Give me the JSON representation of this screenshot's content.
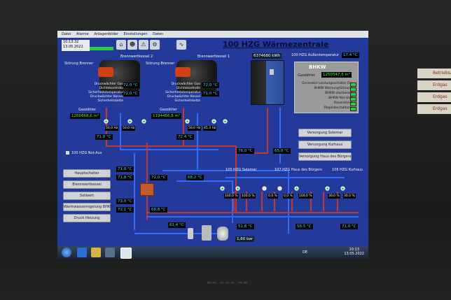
{
  "menu": [
    "Datei",
    "Alarme",
    "Anlagenbilder",
    "Einstellungen",
    "Daten"
  ],
  "header": {
    "time": "10:13:32",
    "date": "13.05.2022",
    "title": "100 HZG Wärmezentrale",
    "progress_fraction": 1.0
  },
  "kessel2": {
    "title": "Brennwertkessel 2",
    "stoerung": "Störung Brenner",
    "vorlauf": "72,0 °C",
    "ruecklauf": "72,0 °C",
    "labels": [
      "Druckwächter Gas",
      "Dichtekontrolle",
      "Sicherheitstemperatur",
      "Druckwächter Kessel",
      "Sicherheitskette"
    ],
    "gaszaehler_label": "Gaszähler",
    "gaszaehler": "1260868,6 m³",
    "pump_hz1": "50,0 Hz",
    "pump_hz2": "50,0 Hz",
    "pipe_temp": "71,8 °C"
  },
  "kessel1": {
    "title": "Brennwertkessel 1",
    "stoerung": "Störung Brenner",
    "vorlauf": "72,0 °C",
    "ruecklauf": "71,0 °C",
    "labels": [
      "Druckwächter Gas",
      "Dichtekontrolle",
      "Sicherheitstemperatur",
      "Druckwächter Kessel",
      "Sicherheitskette"
    ],
    "gaszaehler_label": "Gaszähler",
    "gaszaehler": "1194466,8 m³",
    "pump_hz1": "50,0 Hz",
    "pump_hz2": "45,3 Hz",
    "pipe_temp": "72,4 °C"
  },
  "energy": {
    "kwh": "6374680 kWh",
    "aussen_label": "100 HZG Außentemperatur",
    "aussen": "17,4 °C"
  },
  "bhkw": {
    "title": "BHKW",
    "gaszaehler_label": "Gaszähler",
    "gaszaehler": "1250547,6 m³",
    "status_rows": [
      "Generator Leistungsschalter Ein",
      "BHKW Warnung/Störung",
      "BHKW startbereit",
      "BHKW Not-Halt",
      "Raumalarm",
      "Regelabschaltung"
    ]
  },
  "notaus": "100 HZG Not-Aus",
  "left_buttons": [
    "Hauptschalter",
    "Brennwertkessel",
    "Sollwert",
    "Warmwasserregelung BHKW",
    "Druck Heizung"
  ],
  "right_buttons": [
    "Versorgung Solemar",
    "Versorgung Kurhaus",
    "Versorgung Haus des Bürgers"
  ],
  "circuits": {
    "solemar": {
      "label": "105 HZG Solemar",
      "valve1": "100,0 %",
      "valve2": "100,0 %"
    },
    "buerger": {
      "label": "107 HZG Haus des Bürgers",
      "valve1": "0,0 %",
      "valve2": "0,0 %",
      "valve3": "100,0 %"
    },
    "kurhaus": {
      "label": "106 HZG Kurhaus",
      "valve1": "30,0 %",
      "valve2": "30,0 %"
    }
  },
  "temps": {
    "t_mid_76": "76,0 °C",
    "t_mid_65": "65,0 °C",
    "t_left_71": "71,0 °C",
    "t_left_718": "71,8 °C",
    "t_720": "72,0 °C",
    "t_682": "68,2 °C",
    "t_730": "73,0 °C",
    "t_721": "72,1 °C",
    "t_688": "68,8 °C",
    "t_614": "61,4 °C",
    "t_518": "51,8 °C",
    "t_565": "56,5 °C",
    "t_710b": "71,0 °C",
    "pressure": "1,60 bar"
  },
  "taskbar": {
    "lang": "DE",
    "time": "10:13",
    "date": "13.05.2022"
  },
  "side_labels": [
    "Betriebsart",
    "Erdgas",
    "Erdgas",
    "Erdgas"
  ]
}
